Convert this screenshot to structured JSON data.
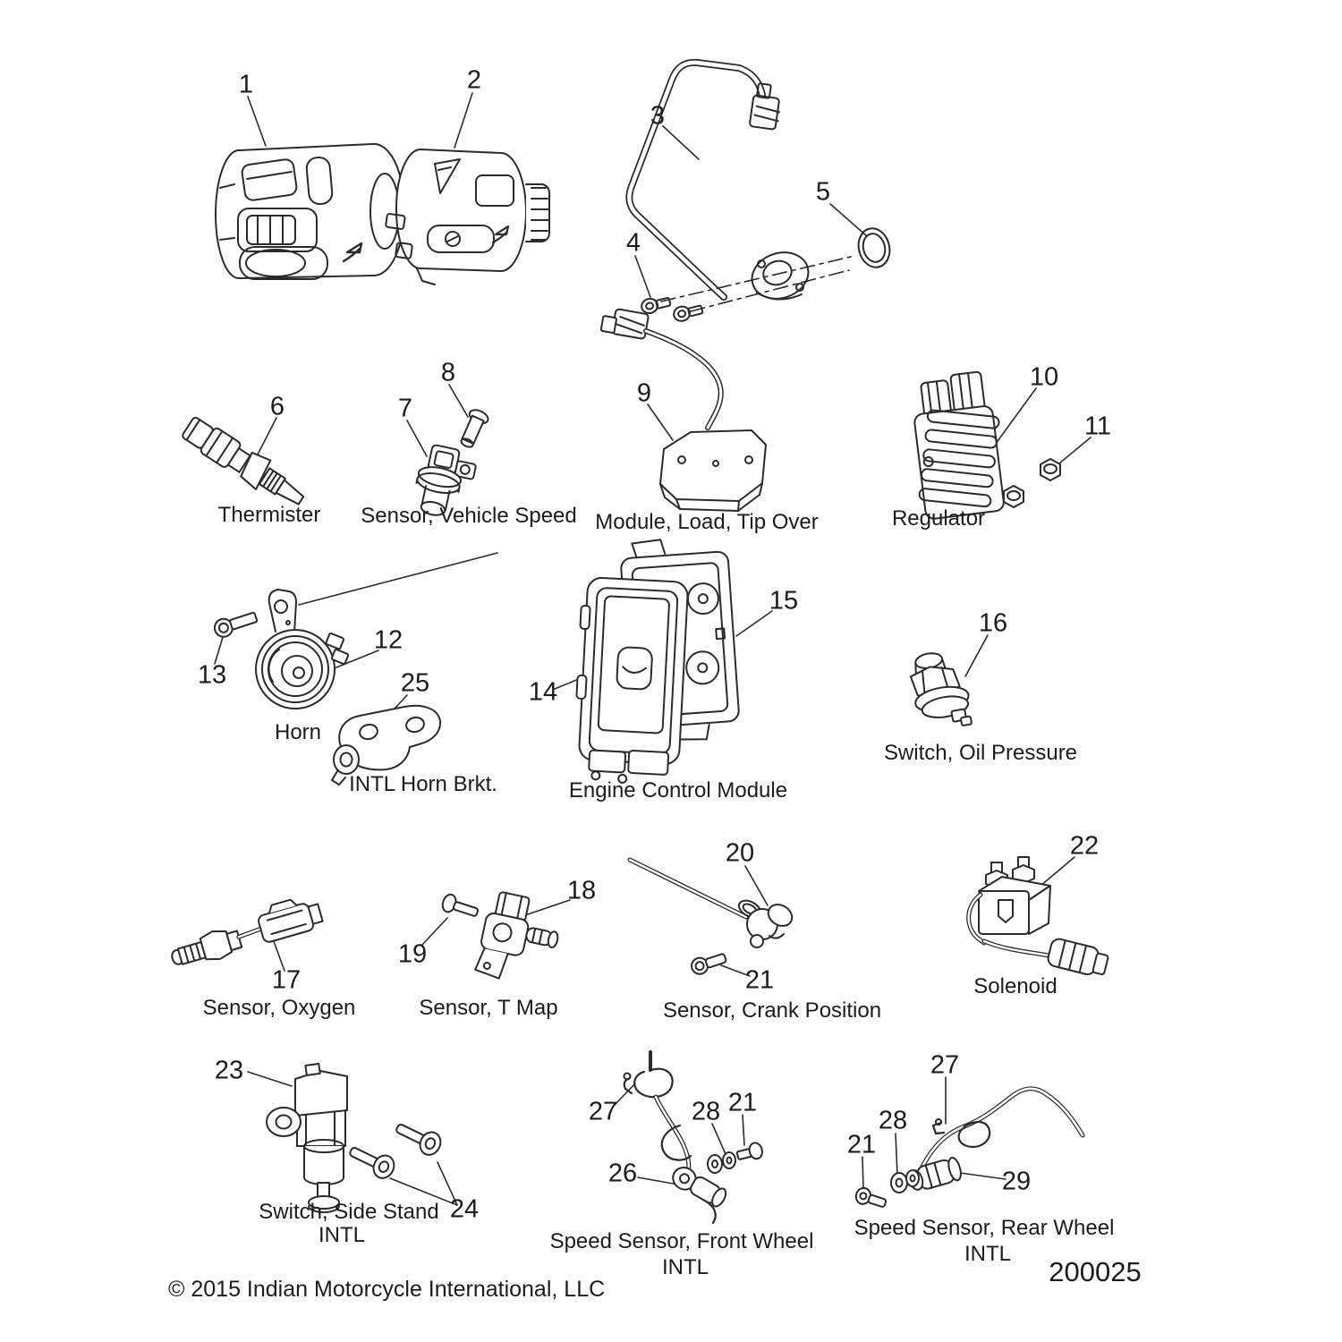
{
  "diagram": {
    "ref_number": "200025",
    "copyright": "© 2015 Indian Motorcycle International, LLC"
  },
  "callouts": {
    "c1": "1",
    "c2": "2",
    "c3": "3",
    "c4": "4",
    "c5": "5",
    "c6": "6",
    "c7": "7",
    "c8": "8",
    "c9": "9",
    "c10": "10",
    "c11": "11",
    "c12": "12",
    "c13": "13",
    "c14": "14",
    "c15": "15",
    "c16": "16",
    "c17": "17",
    "c18": "18",
    "c19": "19",
    "c20": "20",
    "c21_crank": "21",
    "c22": "22",
    "c23": "23",
    "c24": "24",
    "c25": "25",
    "c26": "26",
    "c27_front": "27",
    "c28_front": "28",
    "c21_front": "21",
    "c27_rear": "27",
    "c28_rear": "28",
    "c21_rear": "21",
    "c29": "29"
  },
  "parts": {
    "thermister": {
      "label": "Thermister"
    },
    "vehicle_speed_sensor": {
      "label": "Sensor, Vehicle Speed"
    },
    "tip_over_module": {
      "label": "Module, Load, Tip Over"
    },
    "regulator": {
      "label": "Regulator"
    },
    "horn": {
      "label": "Horn"
    },
    "intl_horn_bracket": {
      "label": "INTL Horn Brkt."
    },
    "engine_control_module": {
      "label": "Engine Control Module"
    },
    "oil_pressure_switch": {
      "label": "Switch, Oil Pressure"
    },
    "oxygen_sensor": {
      "label": "Sensor, Oxygen"
    },
    "t_map_sensor": {
      "label": "Sensor, T Map"
    },
    "crank_position_sensor": {
      "label": "Sensor, Crank Position"
    },
    "solenoid": {
      "label": "Solenoid"
    },
    "side_stand_switch": {
      "label": "Switch, Side Stand",
      "sublabel": "INTL"
    },
    "front_wheel_speed_sensor": {
      "label": "Speed Sensor, Front Wheel",
      "sublabel": "INTL"
    },
    "rear_wheel_speed_sensor": {
      "label": "Speed Sensor, Rear Wheel",
      "sublabel": "INTL"
    }
  }
}
